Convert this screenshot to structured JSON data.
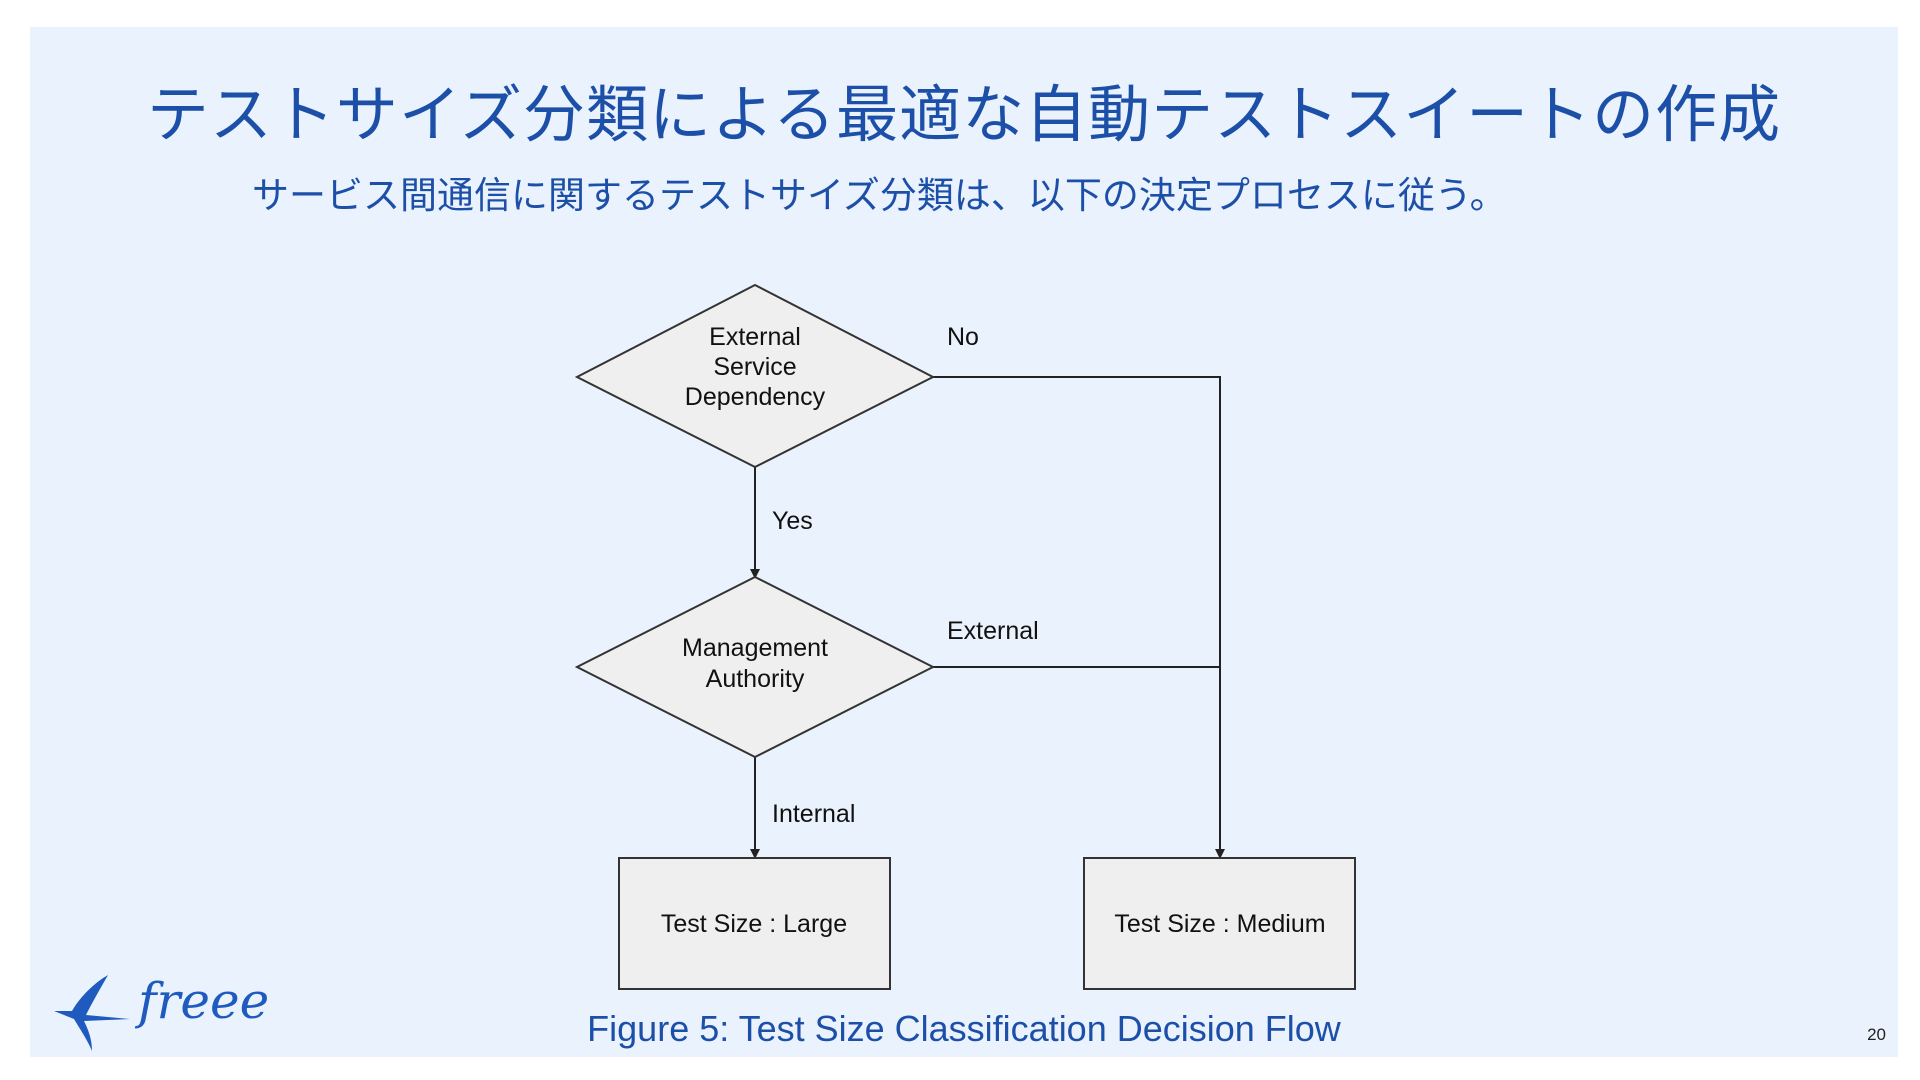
{
  "slide": {
    "title": "テストサイズ分類による最適な自動テストスイートの作成",
    "subtitle": "サービス間通信に関するテストサイズ分類は、以下の決定プロセスに従う。",
    "caption": "Figure 5: Test Size Classification Decision Flow",
    "page_number": "20",
    "logo_text": "freee"
  },
  "diagram": {
    "decision1": [
      "External",
      "Service",
      "Dependency"
    ],
    "decision2": [
      "Management",
      "Authority"
    ],
    "result_large": "Test Size : Large",
    "result_medium": "Test Size : Medium",
    "edge_no": "No",
    "edge_yes": "Yes",
    "edge_external": "External",
    "edge_internal": "Internal"
  },
  "colors": {
    "background": "#eaf2fd",
    "text_blue": "#1c4fa8",
    "node_fill": "#efefef",
    "line": "#222222"
  }
}
